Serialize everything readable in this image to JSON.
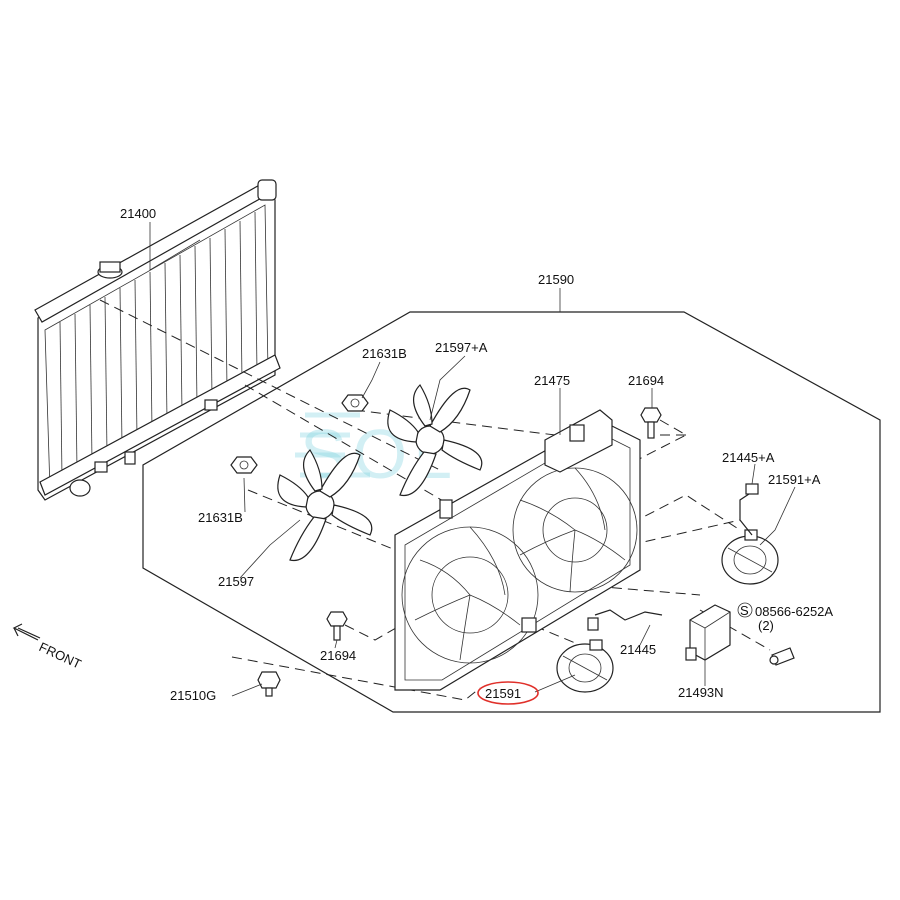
{
  "diagram": {
    "labels": {
      "radiator": "21400",
      "fan_assembly": "21590",
      "nut_upper": "21631B",
      "fan_blade_a": "21597+A",
      "shroud": "21475",
      "bolt_upper": "21694",
      "nut_lower": "21631B",
      "fan_blade": "21597",
      "harness_a": "21445+A",
      "motor_a": "21591+A",
      "screw_part": "08566-6252A",
      "screw_qty": "(2)",
      "screw_prefix": "S",
      "bolt_lower": "21694",
      "harness": "21445",
      "resistor": "21493N",
      "bracket_bolt": "21510G",
      "motor_highlighted": "21591",
      "front": "FRONT"
    },
    "watermark": "SOL",
    "highlight_color": "#e0302a"
  }
}
